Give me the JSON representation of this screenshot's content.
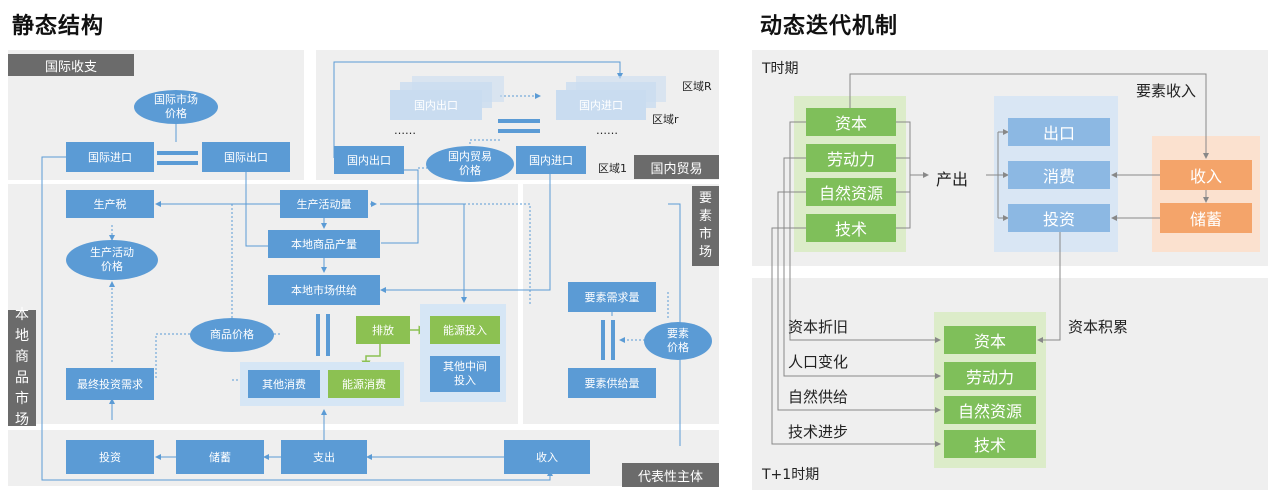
{
  "left": {
    "title": "静态结构",
    "sections": {
      "intl": "国际收支",
      "domestic_trade": "国内贸易",
      "factor_market": "要素市场",
      "local_market": "本地商品市场",
      "agent": "代表性主体"
    },
    "intl": {
      "market_price": "国际市场价格",
      "import": "国际进口",
      "export": "国际出口"
    },
    "trade": {
      "ghost_export": "国内出口",
      "ghost_import": "国内进口",
      "region_R": "区域R",
      "region_r": "区域r",
      "region_1": "区域1",
      "dots1": "……",
      "dots2": "……",
      "export": "国内出口",
      "import": "国内进口",
      "trade_price": "国内贸易价格"
    },
    "prod": {
      "tax": "生产税",
      "activity_price": "生产活动价格",
      "activity": "生产活动量",
      "local_output": "本地商品产量",
      "local_supply": "本地市场供给",
      "goods_price": "商品价格",
      "final_invest": "最终投资需求",
      "other_cons": "其他消费",
      "energy_cons": "能源消费",
      "emission": "排放",
      "energy_input": "能源投入",
      "other_inter": "其他中间投入"
    },
    "factor": {
      "demand": "要素需求量",
      "price": "要素价格",
      "supply": "要素供给量"
    },
    "agent": {
      "invest": "投资",
      "saving": "储蓄",
      "spend": "支出",
      "income": "收入"
    }
  },
  "right": {
    "title": "动态迭代机制",
    "period_t": "T时期",
    "period_t1": "T+1时期",
    "factor_income": "要素收入",
    "output": "产出",
    "inputs": [
      "资本",
      "劳动力",
      "自然资源",
      "技术"
    ],
    "uses": [
      "出口",
      "消费",
      "投资"
    ],
    "income": "收入",
    "saving": "储蓄",
    "capital_accum": "资本积累",
    "changes": [
      "资本折旧",
      "人口变化",
      "自然供给",
      "技术进步"
    ],
    "next_inputs": [
      "资本",
      "劳动力",
      "自然资源",
      "技术"
    ]
  },
  "colors": {
    "blue": "#5b9bd5",
    "light_blue": "#8cb8e3",
    "green": "#7fbf5a",
    "orange": "#f4a46a",
    "tag_gray": "#6b6b6b",
    "panel_gray": "#efefef"
  }
}
